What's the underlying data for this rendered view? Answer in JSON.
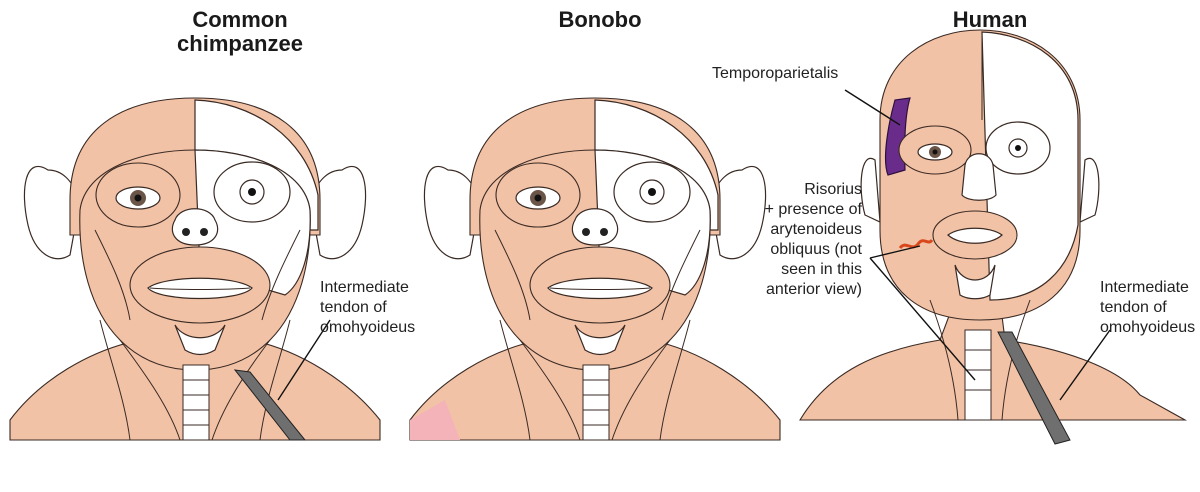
{
  "panels": [
    {
      "id": "chimp",
      "title_line1": "Common",
      "title_line2": "chimpanzee"
    },
    {
      "id": "bonobo",
      "title_line1": "Bonobo",
      "title_line2": ""
    },
    {
      "id": "human",
      "title_line1": "Human",
      "title_line2": ""
    }
  ],
  "annotations": {
    "chimp_tendon": [
      "Intermediate",
      "tendon of",
      "omohyoideus"
    ],
    "temporoparietalis": "Temporoparietalis",
    "risorius": [
      "Risorius",
      "+ presence of",
      "arytenoideus",
      "obliquus (not",
      "seen in this",
      "anterior view)"
    ],
    "human_tendon": [
      "Intermediate",
      "tendon of",
      "omohyoideus"
    ]
  },
  "colors": {
    "muscle": "#f2c2a6",
    "bone_skin": "#ffffff",
    "temporoparietalis_highlight": "#6a2c8a",
    "risorius_highlight": "#d9481c",
    "tendon": "#6f6f6f",
    "outline": "#3a2a24"
  }
}
